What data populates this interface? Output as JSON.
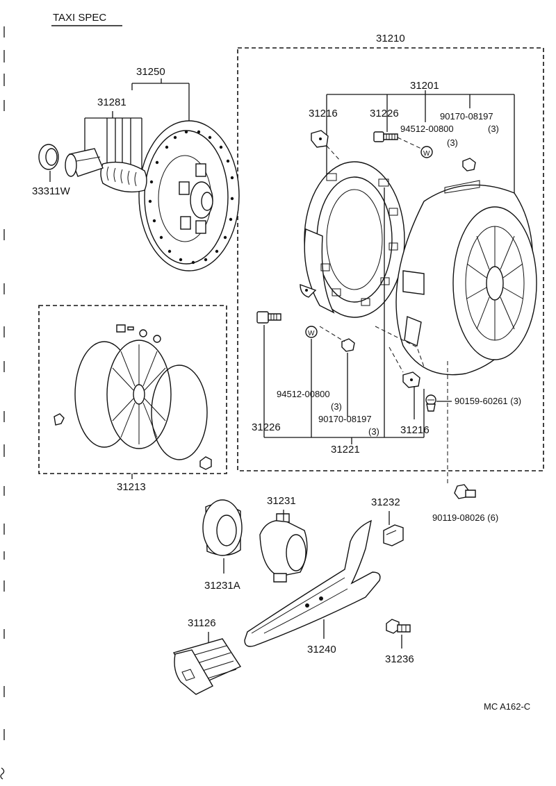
{
  "header": {
    "title": "TAXI SPEC"
  },
  "footer": {
    "code": "MC  A162-C"
  },
  "labels": {
    "assy_31210": "31210",
    "disc_31250": "31250",
    "damper_31281": "31281",
    "bearing_33311w": "33311W",
    "cover_31201": "31201",
    "clip_31216_top": "31216",
    "bolt_31226_top": "31226",
    "washer_top": "94512-00800",
    "washer_top_qty": "(3)",
    "nut_top": "90170-08197",
    "nut_top_qty": "(3)",
    "bolt_31226_bottom": "31226",
    "washer_bottom": "94512-00800",
    "washer_bottom_qty": "(3)",
    "nut_bottom": "90170-08197",
    "nut_bottom_qty": "(3)",
    "plate_31221": "31221",
    "clip_31216_bottom": "31216",
    "screw_90159": "90159-60261 (3)",
    "bolt_90119": "90119-08026 (6)",
    "spring_set_31213": "31213",
    "release_bearing_31231": "31231",
    "bearing_31231a": "31231A",
    "clip_31232": "31232",
    "boot_31126": "31126",
    "fork_31240": "31240",
    "pivot_31236": "31236"
  }
}
